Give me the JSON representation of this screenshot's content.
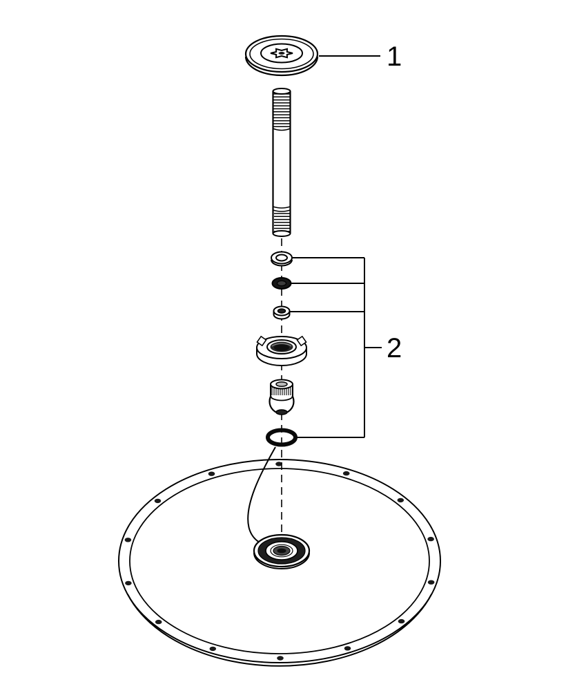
{
  "diagram": {
    "type": "exploded-parts-diagram",
    "subject": "overhead shower head with ceiling shower arm",
    "background": "#ffffff",
    "line_color": "#000000",
    "dark_fill": "#1a1a1a"
  },
  "callouts": [
    {
      "label": "1",
      "target": "ceiling-escutcheon"
    },
    {
      "label": "2",
      "target": "fastening-set"
    }
  ],
  "parts": [
    {
      "id": "ceiling-escutcheon",
      "name": "ceiling escutcheon with star socket"
    },
    {
      "id": "shower-arm",
      "name": "threaded ceiling shower arm"
    },
    {
      "id": "flat-washer",
      "name": "flat washer"
    },
    {
      "id": "seal-ring",
      "name": "rubber seal ring"
    },
    {
      "id": "small-nut",
      "name": "small ring nut"
    },
    {
      "id": "slotted-ring-nut",
      "name": "slotted ring nut"
    },
    {
      "id": "ball-joint",
      "name": "knurled ball joint"
    },
    {
      "id": "o-ring",
      "name": "o-ring"
    },
    {
      "id": "shower-plate",
      "name": "round shower head plate"
    }
  ],
  "plate": {
    "hole_count": 14
  }
}
